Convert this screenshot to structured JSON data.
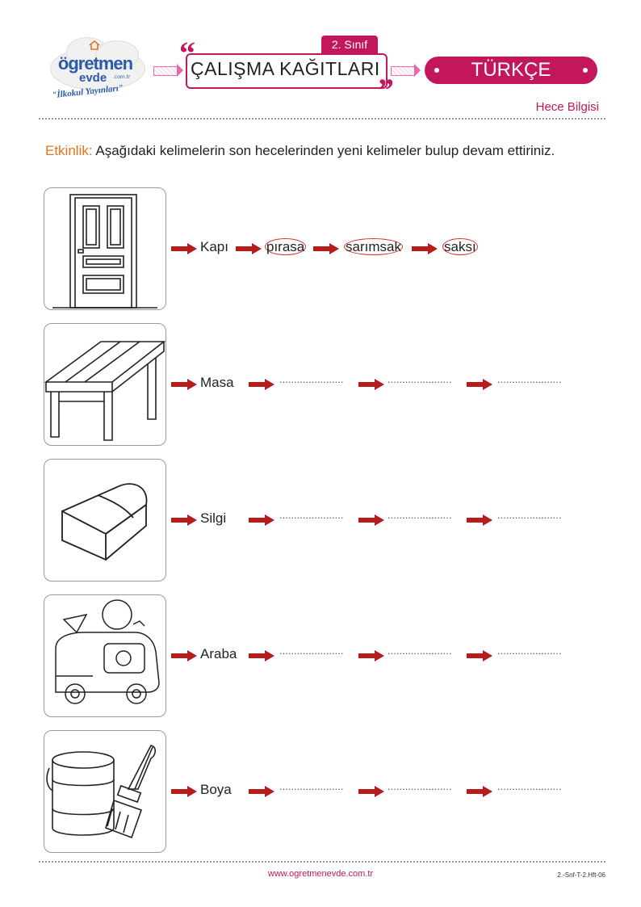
{
  "header": {
    "logo_title": "ögretmen",
    "logo_sub": "evde",
    "logo_domain": ".com.tr",
    "logo_tagline": "\"İlkokul Yayınları\"",
    "grade_tab": "2. Sınıf",
    "title": "ÇALIŞMA KAĞITLARI",
    "subject": "TÜRKÇE",
    "topic": "Hece Bilgisi"
  },
  "instruction": {
    "label": "Etkinlik:",
    "text": " Aşağıdaki kelimelerin son hecelerinden yeni kelimeler bulup devam ettiriniz."
  },
  "rows": [
    {
      "image": "door-icon",
      "word": "Kapı",
      "answers": [
        "pırasa",
        "sarımsak",
        "saksı"
      ]
    },
    {
      "image": "table-icon",
      "word": "Masa",
      "blank": "......................"
    },
    {
      "image": "eraser-icon",
      "word": "Silgi",
      "blank": "......................"
    },
    {
      "image": "ice-cream-truck-icon",
      "word": "Araba",
      "blank": "......................"
    },
    {
      "image": "paint-bucket-brush-icon",
      "word": "Boya",
      "blank": "......................"
    }
  ],
  "footer": {
    "url": "www.ogretmenevde.com.tr",
    "code": "2.-Snf-T-2.Hft-06"
  },
  "colors": {
    "accent": "#c2185b",
    "label": "#e8731e",
    "arrow": "#b71c1c"
  }
}
